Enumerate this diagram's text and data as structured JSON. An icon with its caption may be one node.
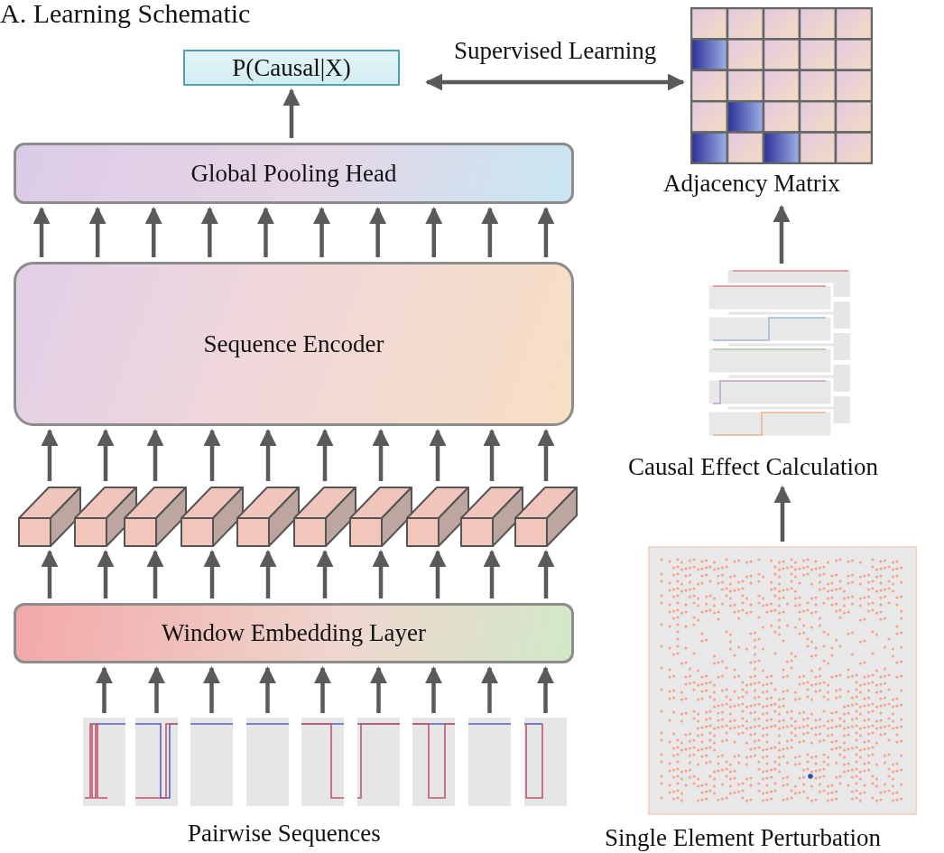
{
  "diagram": {
    "title": "A. Learning Schematic",
    "nodes": [
      {
        "text": [
          "P(Causal|X)"
        ]
      },
      {
        "text": [
          "Adjacency Matrix"
        ]
      },
      {
        "text": [
          "Global Pooling Head"
        ]
      },
      {
        "text": [
          "Sequence Encoder"
        ]
      },
      {
        "text": [],
        "shape": "box"
      },
      {
        "text": [],
        "shape": "box"
      },
      {
        "text": [],
        "shape": "box"
      },
      {
        "text": [],
        "shape": "box"
      },
      {
        "text": [],
        "shape": "box"
      },
      {
        "text": [],
        "shape": "box"
      },
      {
        "text": [],
        "shape": "box"
      },
      {
        "text": [],
        "shape": "box"
      },
      {
        "text": [],
        "shape": "box"
      },
      {
        "text": [],
        "shape": "box"
      },
      {
        "text": [
          "Window Embedding Layer"
        ]
      },
      {
        "text": [],
        "shape": "picture"
      },
      {
        "text": [],
        "shape": "picture"
      },
      {
        "text": [],
        "shape": "picture"
      },
      {
        "text": [],
        "shape": "picture"
      },
      {
        "text": [],
        "shape": "picture"
      },
      {
        "text": [],
        "shape": "picture"
      },
      {
        "text": [],
        "shape": "picture"
      },
      {
        "text": [],
        "shape": "picture"
      },
      {
        "text": [],
        "shape": "picture"
      },
      {
        "text": [
          "Causal Effect Calculation"
        ]
      },
      {
        "text": [
          "Single Element Perturbation"
        ]
      }
    ],
    "edges": [
      {
        "from": 2,
        "to": 0,
        "arrow": "to"
      },
      {
        "from": 0,
        "to": 1,
        "arrow": "both",
        "label": "Supervised Learning"
      },
      {
        "from": 3,
        "to": 2,
        "arrow": "to"
      },
      {
        "from": 3,
        "to": 2,
        "arrow": "to"
      },
      {
        "from": 3,
        "to": 2,
        "arrow": "to"
      },
      {
        "from": 3,
        "to": 2,
        "arrow": "to"
      },
      {
        "from": 3,
        "to": 2,
        "arrow": "to"
      },
      {
        "from": 3,
        "to": 2,
        "arrow": "to"
      },
      {
        "from": 3,
        "to": 2,
        "arrow": "to"
      },
      {
        "from": 3,
        "to": 2,
        "arrow": "to"
      },
      {
        "from": 3,
        "to": 2,
        "arrow": "to"
      },
      {
        "from": 3,
        "to": 2,
        "arrow": "to"
      },
      {
        "from": 4,
        "to": 3,
        "arrow": "to"
      },
      {
        "from": 5,
        "to": 3,
        "arrow": "to"
      },
      {
        "from": 6,
        "to": 3,
        "arrow": "to"
      },
      {
        "from": 7,
        "to": 3,
        "arrow": "to"
      },
      {
        "from": 8,
        "to": 3,
        "arrow": "to"
      },
      {
        "from": 9,
        "to": 3,
        "arrow": "to"
      },
      {
        "from": 10,
        "to": 3,
        "arrow": "to"
      },
      {
        "from": 11,
        "to": 3,
        "arrow": "to"
      },
      {
        "from": 12,
        "to": 3,
        "arrow": "to"
      },
      {
        "from": 13,
        "to": 3,
        "arrow": "to"
      },
      {
        "from": 14,
        "to": 4,
        "arrow": "to"
      },
      {
        "from": 14,
        "to": 5,
        "arrow": "to"
      },
      {
        "from": 14,
        "to": 6,
        "arrow": "to"
      },
      {
        "from": 14,
        "to": 7,
        "arrow": "to"
      },
      {
        "from": 14,
        "to": 8,
        "arrow": "to"
      },
      {
        "from": 14,
        "to": 9,
        "arrow": "to"
      },
      {
        "from": 14,
        "to": 10,
        "arrow": "to"
      },
      {
        "from": 14,
        "to": 11,
        "arrow": "to"
      },
      {
        "from": 14,
        "to": 12,
        "arrow": "to"
      },
      {
        "from": 14,
        "to": 13,
        "arrow": "to"
      },
      {
        "from": 15,
        "to": 14,
        "arrow": "to"
      },
      {
        "from": 16,
        "to": 14,
        "arrow": "to"
      },
      {
        "from": 17,
        "to": 14,
        "arrow": "to"
      },
      {
        "from": 18,
        "to": 14,
        "arrow": "to"
      },
      {
        "from": 19,
        "to": 14,
        "arrow": "to"
      },
      {
        "from": 20,
        "to": 14,
        "arrow": "to"
      },
      {
        "from": 21,
        "to": 14,
        "arrow": "to"
      },
      {
        "from": 22,
        "to": 14,
        "arrow": "to"
      },
      {
        "from": 23,
        "to": 14,
        "arrow": "to"
      },
      {
        "from": 24,
        "to": 1,
        "arrow": "to"
      },
      {
        "from": 25,
        "to": 24,
        "arrow": "to"
      }
    ],
    "labels": [
      "Pairwise Sequences"
    ]
  }
}
